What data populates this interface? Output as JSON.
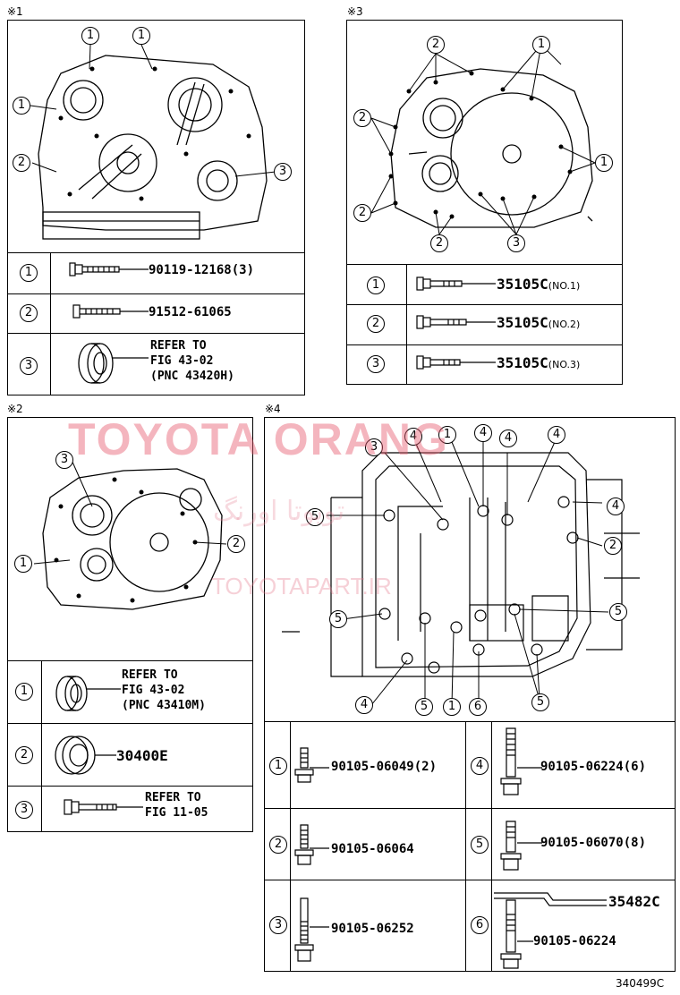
{
  "panels": {
    "p1": {
      "tag": "※1",
      "callouts": [
        "1",
        "1",
        "1",
        "2",
        "3"
      ],
      "rows": [
        {
          "num": "1",
          "part": "90119-12168(3)"
        },
        {
          "num": "2",
          "part": "91512-61065"
        },
        {
          "num": "3",
          "ref": "REFER TO\nFIG 43-02\n(PNC 43420H)"
        }
      ]
    },
    "p2": {
      "tag": "※2",
      "callouts": [
        "3",
        "1",
        "2"
      ],
      "rows": [
        {
          "num": "1",
          "ref": "REFER TO\nFIG 43-02\n(PNC 43410M)"
        },
        {
          "num": "2",
          "part": "30400E"
        },
        {
          "num": "3",
          "ref": "REFER TO\nFIG 11-05"
        }
      ]
    },
    "p3": {
      "tag": "※3",
      "callouts": [
        "2",
        "1",
        "2",
        "1",
        "2",
        "2",
        "3"
      ],
      "rows": [
        {
          "num": "1",
          "part": "35105C",
          "note": "(NO.1)"
        },
        {
          "num": "2",
          "part": "35105C",
          "note": "(NO.2)"
        },
        {
          "num": "3",
          "part": "35105C",
          "note": "(NO.3)"
        }
      ]
    },
    "p4": {
      "tag": "※4",
      "callouts": [
        "3",
        "4",
        "1",
        "4",
        "4",
        "4",
        "4",
        "5",
        "2",
        "5",
        "5",
        "4",
        "5",
        "1",
        "6",
        "5"
      ],
      "rows": [
        {
          "num": "1",
          "part": "90105-06049(2)"
        },
        {
          "num": "2",
          "part": "90105-06064"
        },
        {
          "num": "3",
          "part": "90105-06252"
        },
        {
          "num": "4",
          "part": "90105-06224(6)"
        },
        {
          "num": "5",
          "part": "90105-06070(8)"
        },
        {
          "num": "6",
          "part": "90105-06224",
          "part2": "35482C"
        }
      ]
    }
  },
  "watermark": {
    "brand": "TOYOTA ORANG",
    "site": "TOYOTAPART.IR",
    "arabic": "تویوتا اورنگ"
  },
  "diagram_code": "340499C"
}
